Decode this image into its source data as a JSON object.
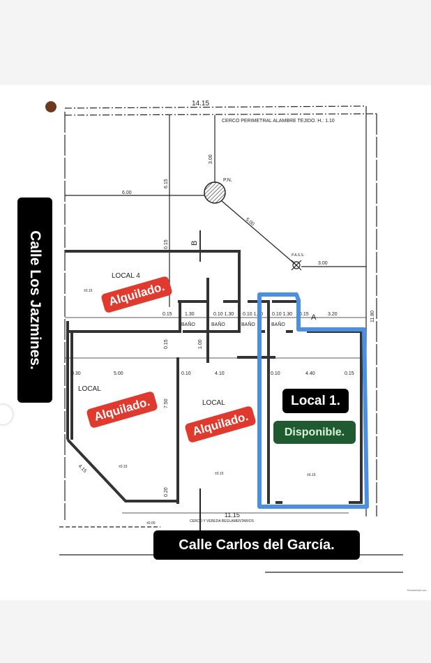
{
  "plan": {
    "total_width": "14.15",
    "fence_note": "CERCO PERIMETRAL ALAMBRE TEJIDO. H.: 1.10",
    "dims": {
      "d300a": "3.00",
      "d615": "6.15",
      "d600": "6.00",
      "d500diag": "5.00",
      "d300b": "3.00",
      "d015a": "0.15",
      "d015b": "0.15",
      "d015c": "0.15",
      "d1180": "11.80",
      "d100": "1.00",
      "d750": "7.50",
      "d020": "0.20",
      "d415": "4.15",
      "d1115": "11.15",
      "a": "A",
      "b": "B",
      "d320": "3.20"
    },
    "pn": "P.N.",
    "pass": "P.A.S.S.",
    "local4": "LOCAL 4",
    "local_mid": "LOCAL",
    "local_left": "LOCAL",
    "bano": [
      "BAÑO",
      "BAÑO",
      "BAÑO",
      "BAÑO"
    ],
    "bano_dims": [
      "1.30",
      "0.10 1.30",
      "0.10 1.30",
      "0.10 1.30"
    ],
    "row_dims": [
      "0.30",
      "5.00",
      "0.10",
      "4.10",
      "0.10",
      "4.40",
      "0.15"
    ],
    "level": "±0.15",
    "level_street": "±0.00",
    "street_note": "CERCO Y VEREDA REGLAMENTARIOS"
  },
  "overlays": {
    "side_street": "Calle Los Jazmines.",
    "front_street": "Calle Carlos del García.",
    "rented": [
      "Alquilado.",
      "Alquilado.",
      "Alquilado."
    ],
    "local1": "Local 1.",
    "available": "Disponible.",
    "highlight_color": "#4a90e2"
  },
  "footer": "Escaneado con"
}
